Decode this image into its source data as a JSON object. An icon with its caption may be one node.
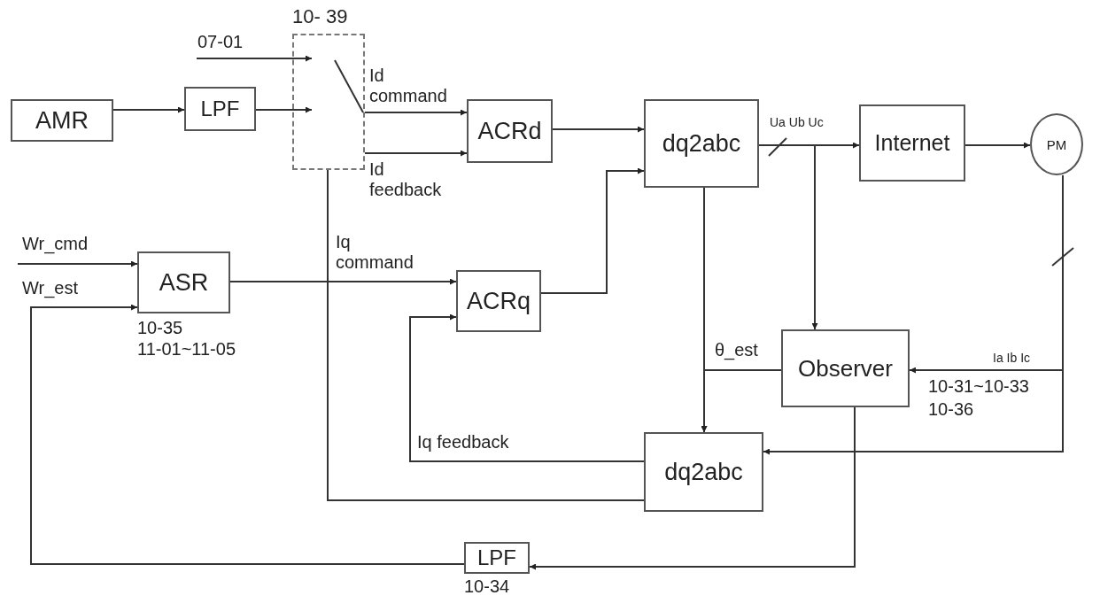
{
  "diagram": {
    "nodes": [
      {
        "text": [
          "AMR"
        ]
      },
      {
        "text": [
          "LPF"
        ]
      },
      {
        "text": [
          "10- 39"
        ]
      },
      {
        "text": [
          "ACRd"
        ]
      },
      {
        "text": [
          "dq2abc"
        ]
      },
      {
        "text": [
          "Internet"
        ]
      },
      {
        "text": [
          "PM"
        ]
      },
      {
        "text": [
          "ASR"
        ],
        "beside": [
          "10-35",
          "11-01~11-05"
        ]
      },
      {
        "text": [
          "ACRq"
        ]
      },
      {
        "text": [
          "Observer"
        ]
      },
      {
        "text": [
          "dq2abc"
        ]
      },
      {
        "text": [
          "LPF"
        ],
        "beside": [
          "10-34"
        ]
      }
    ],
    "edges": [
      {
        "from": 0,
        "to": 1,
        "arrow": "to"
      },
      {
        "from": null,
        "to": 2,
        "arrow": "to",
        "label": "07-01"
      },
      {
        "from": 1,
        "to": 2,
        "arrow": "to"
      },
      {
        "from": 2,
        "to": 3,
        "arrow": "to",
        "label": "Id command"
      },
      {
        "from": 2,
        "to": 3,
        "arrow": "to",
        "label": "Id feedback"
      },
      {
        "from": 3,
        "to": 4,
        "arrow": "to"
      },
      {
        "from": 8,
        "to": 4,
        "arrow": "to"
      },
      {
        "from": 4,
        "to": 5,
        "arrow": "to",
        "label": "Ua Ub Uc"
      },
      {
        "from": 5,
        "to": 6,
        "arrow": "to"
      },
      {
        "from": 4,
        "to": 9,
        "arrow": "to"
      },
      {
        "from": 6,
        "to": 9,
        "arrow": "to",
        "label": "Ia Ib Ic"
      },
      {
        "from": 6,
        "to": 10,
        "arrow": "to"
      },
      {
        "from": 4,
        "to": 10,
        "arrow": "to"
      },
      {
        "from": 9,
        "to": 10,
        "arrow": "to",
        "label": "θ_est"
      },
      {
        "from": 7,
        "to": 8,
        "arrow": "to",
        "label": "Iq command"
      },
      {
        "from": 10,
        "to": 8,
        "arrow": "to",
        "label": "Iq feedback"
      },
      {
        "from": 10,
        "to": 2,
        "arrow": "none"
      },
      {
        "from": 9,
        "to": 11,
        "arrow": "to"
      },
      {
        "from": 11,
        "to": 7,
        "arrow": "to",
        "label": "Wr_est"
      },
      {
        "from": null,
        "to": 7,
        "arrow": "to",
        "label": "Wr_cmd"
      }
    ],
    "labels": [
      "10-31~10-33",
      "10-36"
    ]
  }
}
